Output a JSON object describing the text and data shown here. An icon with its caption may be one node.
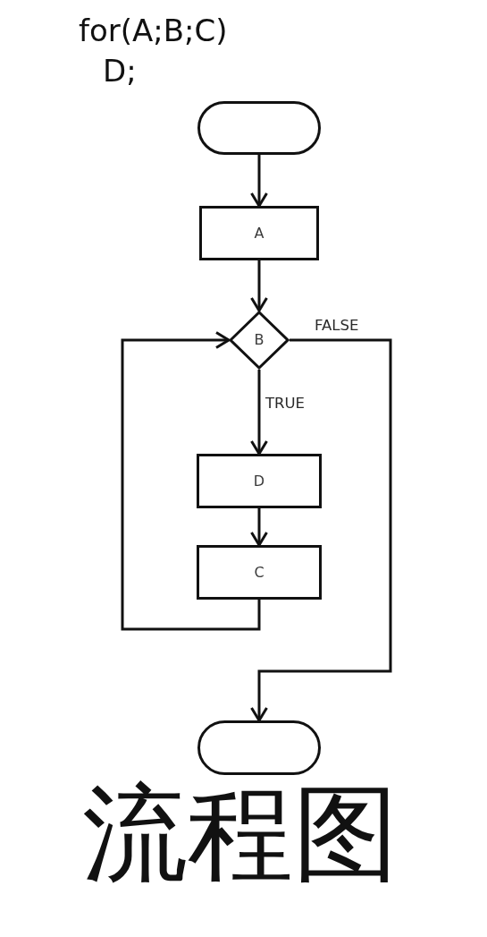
{
  "diagram": {
    "caption": "流程图",
    "nodes": [
      {
        "text": [],
        "shape": "pill"
      },
      {
        "text": [
          "A"
        ]
      },
      {
        "text": [
          "B"
        ]
      },
      {
        "text": [
          "D"
        ]
      },
      {
        "text": [
          "C"
        ]
      },
      {
        "text": [],
        "shape": "pill"
      }
    ],
    "edges": [
      {
        "from": 0,
        "to": 1,
        "arrow": "to"
      },
      {
        "from": 1,
        "to": 2,
        "arrow": "to"
      },
      {
        "from": 2,
        "to": 3,
        "arrow": "to",
        "label": "TRUE"
      },
      {
        "from": 3,
        "to": 4,
        "arrow": "to"
      },
      {
        "from": 4,
        "to": 2,
        "arrow": "to"
      },
      {
        "from": 2,
        "to": 5,
        "arrow": "to",
        "label": "FALSE"
      }
    ],
    "labels": [
      "for(A;B;C)",
      "D;"
    ]
  }
}
